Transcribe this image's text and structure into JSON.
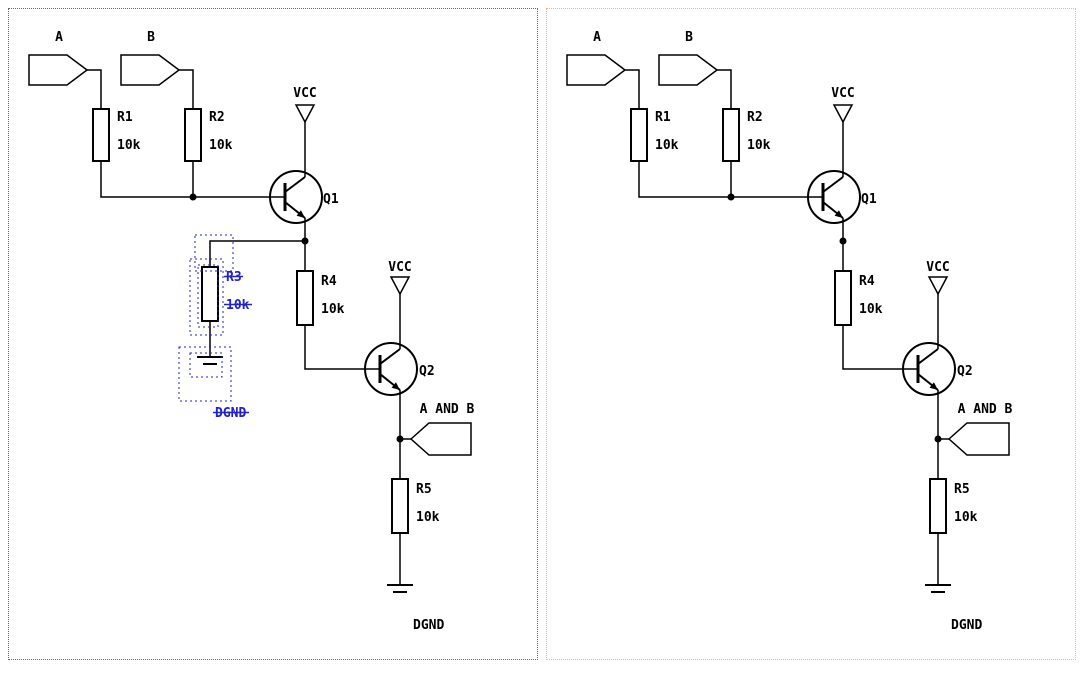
{
  "colors": {
    "wire": "#000000",
    "left_panel_border": "#5a5ae0",
    "right_panel_border": "#eec04e",
    "deleted_highlight": "#2121cd"
  },
  "labels": {
    "port_a": "A",
    "port_b": "B",
    "port_out": "A AND B",
    "vcc": "VCC",
    "dgnd": "DGND",
    "q1": "Q1",
    "q2": "Q2",
    "r1": {
      "name": "R1",
      "value": "10k"
    },
    "r2": {
      "name": "R2",
      "value": "10k"
    },
    "r3": {
      "name": "R3",
      "value": "10k"
    },
    "r4": {
      "name": "R4",
      "value": "10k"
    },
    "r5": {
      "name": "R5",
      "value": "10k"
    }
  }
}
